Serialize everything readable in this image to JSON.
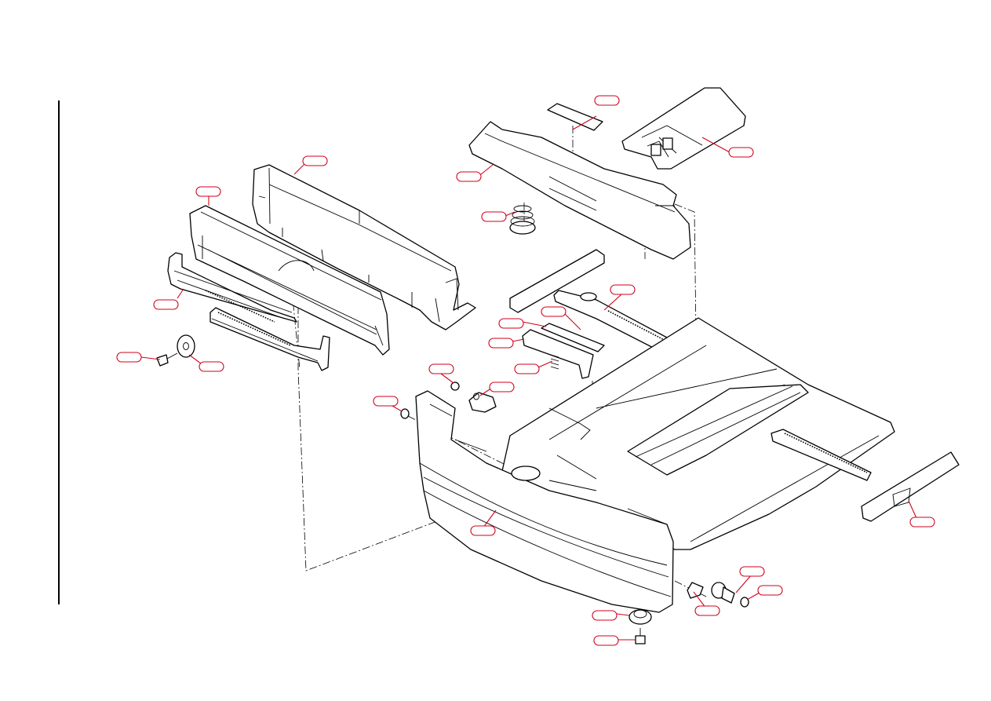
{
  "colors": {
    "linework": "#000000",
    "callout": "#d0021b",
    "background": "#ffffff"
  },
  "callouts": [
    {
      "id": "c01",
      "text": ""
    },
    {
      "id": "c02",
      "text": ""
    },
    {
      "id": "c03",
      "text": ""
    },
    {
      "id": "c04",
      "text": ""
    },
    {
      "id": "c05",
      "text": ""
    },
    {
      "id": "c06",
      "text": ""
    },
    {
      "id": "c07",
      "text": ""
    },
    {
      "id": "c08",
      "text": ""
    },
    {
      "id": "c09",
      "text": ""
    },
    {
      "id": "c10",
      "text": ""
    },
    {
      "id": "c11",
      "text": ""
    },
    {
      "id": "c12",
      "text": ""
    },
    {
      "id": "c13",
      "text": ""
    },
    {
      "id": "c14",
      "text": ""
    },
    {
      "id": "c15",
      "text": ""
    },
    {
      "id": "c16",
      "text": ""
    },
    {
      "id": "c17",
      "text": ""
    },
    {
      "id": "c18",
      "text": ""
    },
    {
      "id": "c19",
      "text": ""
    },
    {
      "id": "c20",
      "text": ""
    },
    {
      "id": "c21",
      "text": ""
    },
    {
      "id": "c22",
      "text": ""
    },
    {
      "id": "c23",
      "text": ""
    },
    {
      "id": "c24",
      "text": ""
    }
  ]
}
